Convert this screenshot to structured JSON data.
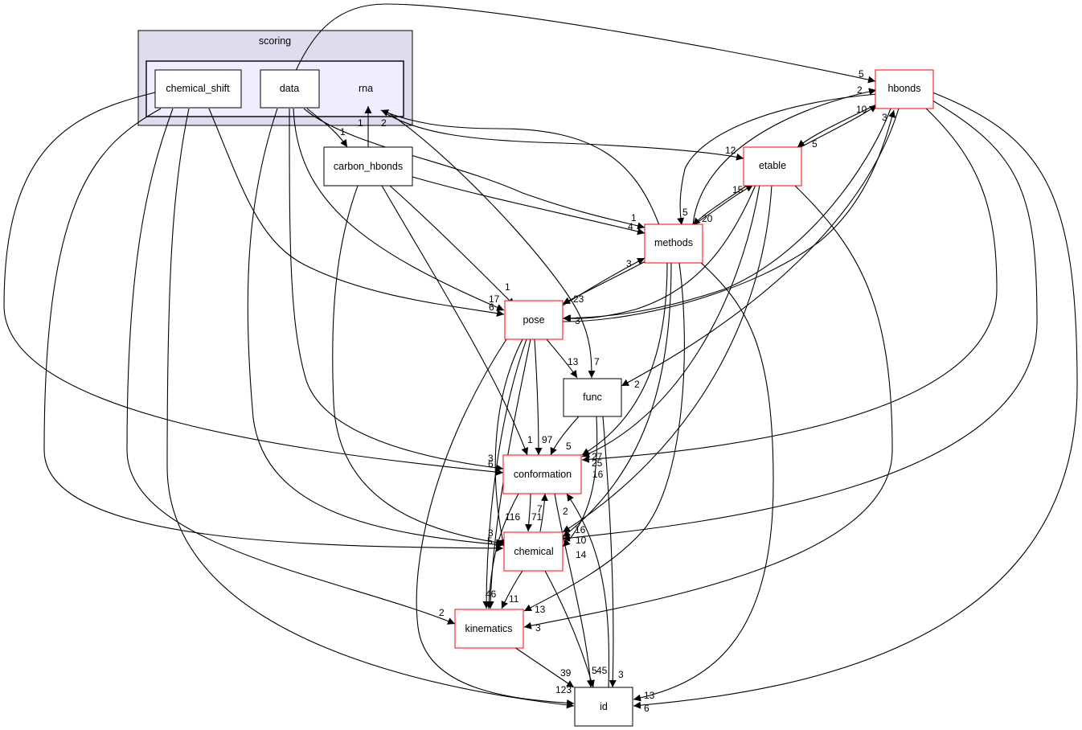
{
  "title": "Directory dependency graph for scoring/rna",
  "clusters": {
    "outer": {
      "id": "scoring",
      "label": "scoring",
      "fill": "#ddddee"
    },
    "inner": {
      "id": "rna",
      "label": "rna",
      "fill": "#eeeeff"
    }
  },
  "colors": {
    "plain_border": "#000000",
    "truncated_border": "#ff0000",
    "edge": "#000000"
  },
  "nodes": [
    {
      "id": "chemical_shift",
      "label": "chemical_shift",
      "truncated": false
    },
    {
      "id": "data",
      "label": "data",
      "truncated": false
    },
    {
      "id": "carbon_hbonds",
      "label": "carbon_hbonds",
      "truncated": false
    },
    {
      "id": "hbonds",
      "label": "hbonds",
      "truncated": true
    },
    {
      "id": "etable",
      "label": "etable",
      "truncated": true
    },
    {
      "id": "methods",
      "label": "methods",
      "truncated": true
    },
    {
      "id": "pose",
      "label": "pose",
      "truncated": true
    },
    {
      "id": "func",
      "label": "func",
      "truncated": false
    },
    {
      "id": "conformation",
      "label": "conformation",
      "truncated": true
    },
    {
      "id": "chemical",
      "label": "chemical",
      "truncated": true
    },
    {
      "id": "kinematics",
      "label": "kinematics",
      "truncated": true
    },
    {
      "id": "id",
      "label": "id",
      "truncated": false
    }
  ],
  "edge_labels": [
    "5",
    "2",
    "10",
    "3",
    "12",
    "5",
    "15",
    "20",
    "1",
    "4",
    "5",
    "3",
    "1",
    "17",
    "6",
    "23",
    "3",
    "13",
    "7",
    "2",
    "1",
    "97",
    "5",
    "3",
    "6",
    "27",
    "25",
    "16",
    "116",
    "71",
    "7",
    "2",
    "3",
    "5",
    "16",
    "10",
    "14",
    "46",
    "11",
    "2",
    "13",
    "3",
    "39",
    "123",
    "5",
    "45",
    "3",
    "13",
    "6",
    "1",
    "2",
    "1"
  ]
}
